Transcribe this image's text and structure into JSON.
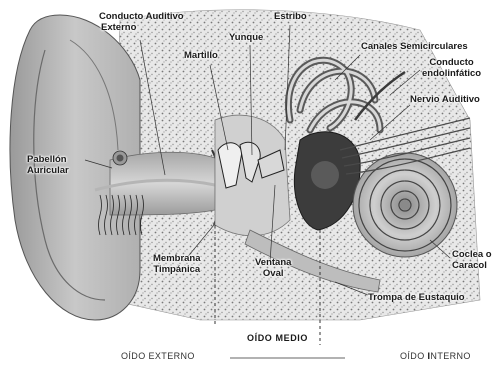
{
  "labels": {
    "conducto_auditivo_externo": [
      "Conducto Auditivo",
      "Externo"
    ],
    "estribo": "Estribo",
    "yunque": "Yunque",
    "martillo": "Martillo",
    "canales_semicirculares": "Canales Semicirculares",
    "conducto_endolinfatico": [
      "Conducto",
      "endolinfático"
    ],
    "nervio_auditivo": "Nervio Auditivo",
    "pabellon_auricular": [
      "Pabellón",
      "Auricular"
    ],
    "coclea_caracol": [
      "Coclea o",
      "Caracol"
    ],
    "membrana_timpanica": [
      "Membrana",
      "Timpánica"
    ],
    "ventana_oval": [
      "Ventana",
      "Oval"
    ],
    "trompa_de_eustaquio": "Trompa de Eustaquio"
  },
  "sections": {
    "oido_externo": "OÍDO EXTERNO",
    "oido_medio": "OÍDO MEDIO",
    "oido_interno_prefix": "OÍDO ",
    "oido_interno_bold": "I",
    "oido_interno_suffix": "NTERNO"
  }
}
